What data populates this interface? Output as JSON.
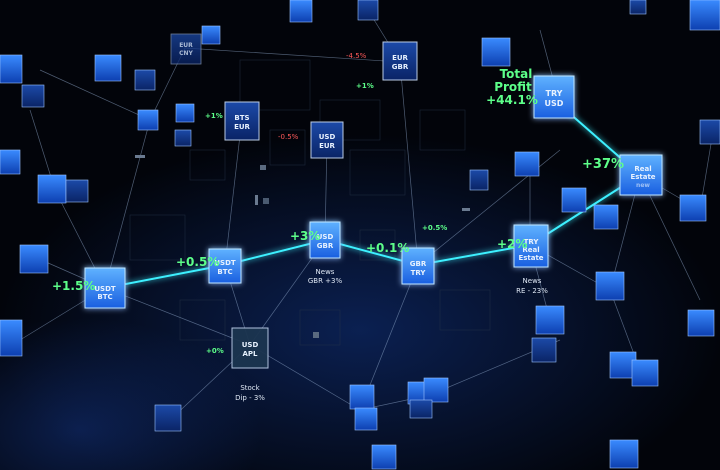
{
  "total_profit": {
    "line1": "Total",
    "line2": "Profit",
    "value": "+44.1%"
  },
  "main_path": [
    {
      "id": "usdt-btc-a",
      "lines": [
        "USDT",
        "BTC"
      ],
      "change": "+1.5%"
    },
    {
      "id": "usdt-btc-b",
      "lines": [
        "USDT",
        "BTC"
      ],
      "change": "+0.5%"
    },
    {
      "id": "usd-gbr",
      "lines": [
        "USD",
        "GBR"
      ],
      "change": "+3%",
      "caption": [
        "News",
        "GBR +3%"
      ]
    },
    {
      "id": "gbr-try",
      "lines": [
        "GBR",
        "TRY"
      ],
      "change": "+0.1%"
    },
    {
      "id": "try-real-estate",
      "lines": [
        "TRY",
        "Real",
        "Estate"
      ],
      "change": "+2%",
      "caption": [
        "News",
        "RE - 23%"
      ]
    },
    {
      "id": "real-estate-new",
      "lines": [
        "Real",
        "Estate",
        "new"
      ],
      "change": "+37%"
    },
    {
      "id": "try-usd",
      "lines": [
        "TRY",
        "USD"
      ]
    }
  ],
  "side_nodes": [
    {
      "id": "eur-gbr",
      "lines": [
        "EUR",
        "GBR"
      ]
    },
    {
      "id": "eur-cny",
      "lines": [
        "EUR",
        "CNY"
      ]
    },
    {
      "id": "bts-eur",
      "lines": [
        "BTS",
        "EUR"
      ],
      "change": "+1%"
    },
    {
      "id": "usd-eur",
      "lines": [
        "USD",
        "EUR"
      ],
      "change": "-0.5%"
    },
    {
      "id": "usd-apl",
      "lines": [
        "USD",
        "APL"
      ],
      "change": "+0%",
      "caption": [
        "Stock",
        "Dip - 3%"
      ]
    }
  ],
  "floating_labels": [
    {
      "text": "-4.5%",
      "color": "red"
    },
    {
      "text": "+1%",
      "color": "green"
    },
    {
      "text": "+0.5%",
      "color": "green"
    }
  ],
  "colors": {
    "glow": "#3df0ff",
    "cube": "#1e63e6",
    "profit": "#5dff8a",
    "loss": "#ff5a5a"
  }
}
